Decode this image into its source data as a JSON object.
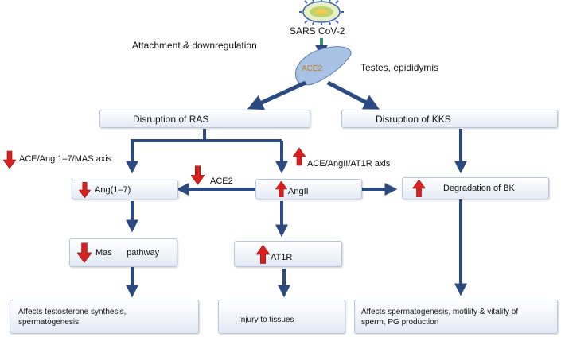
{
  "virus_label": "SARS CoV-2",
  "receptor_label": "ACE2",
  "attachment_label": "Attachment & downregulation",
  "tissue_label": "Testes, epididymis",
  "ras_box": "Disruption of RAS",
  "kks_box": "Disruption of KKS",
  "axis_down_label": "ACE/Ang 1–7/MAS axis",
  "axis_up_label": "ACE/AngII/AT1R axis",
  "ace2_label": "ACE2",
  "ang17_box": "Ang(1–7)",
  "angii_box": "AngII",
  "bk_box": "Degradation of BK",
  "mas_box": "Mas      pathway",
  "at1r_box": "AT1R",
  "outcome_left_line1": "Affects testosterone synthesis,",
  "outcome_left_line2": "spermatogenesis",
  "outcome_mid": "Injury to tissues",
  "outcome_right_line1": "Affects spermatogenesis, motility & vitality of",
  "outcome_right_line2": "sperm, PG production",
  "colors": {
    "arrow": "#2c4a82",
    "up_down_indicator": "#d8201e",
    "receptor": "#a7c2e2",
    "virus_spike": "#3b64b8",
    "virus_body": "#bcd46a"
  },
  "icons": {
    "down": "red-down-arrow-icon",
    "up": "red-up-arrow-icon"
  }
}
